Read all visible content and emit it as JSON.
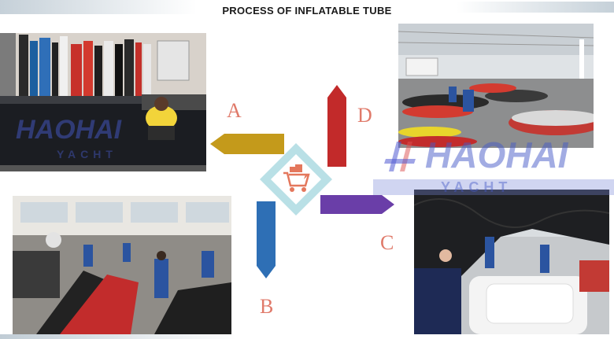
{
  "title": "PROCESS OF INFLATABLE TUBE",
  "steps": {
    "a": {
      "letter": "A",
      "color": "#c49a1b"
    },
    "b": {
      "letter": "B",
      "color": "#2e6fb5"
    },
    "c": {
      "letter": "C",
      "color": "#6a3ea8"
    },
    "d": {
      "letter": "D",
      "color": "#c22a2a"
    }
  },
  "watermark": {
    "brand": "HAOHAI",
    "sub": "YACHT"
  },
  "center_icon": "shopping-cart-icon",
  "colors": {
    "accent": "#e4775c",
    "frame": "#b9e0e6"
  }
}
